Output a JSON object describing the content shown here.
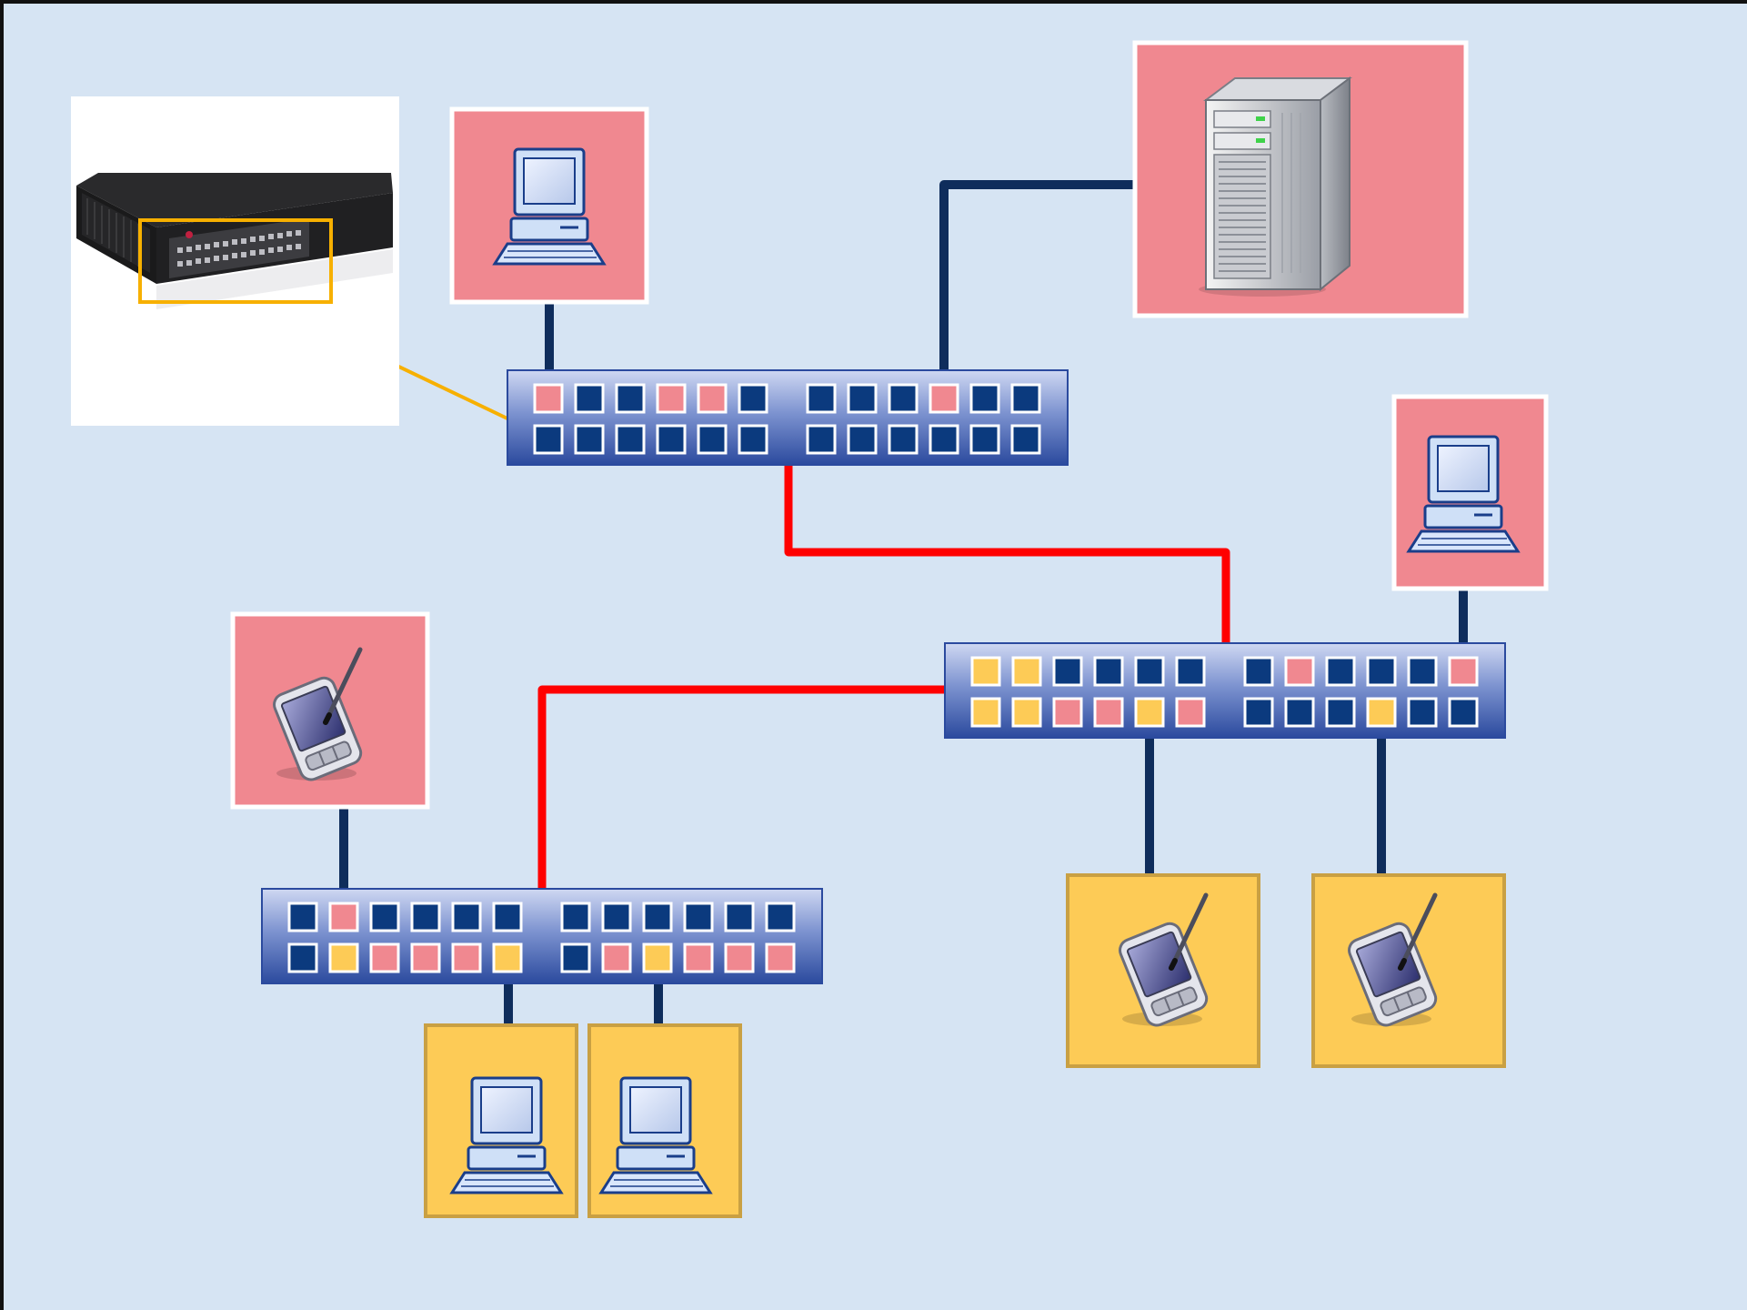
{
  "diagram": {
    "kind": "network-topology",
    "colors": {
      "background": "#d6e4f3",
      "frame_border": "#111111",
      "switch_body_top": "#c9d3ef",
      "switch_body_bottom": "#2b4a9e",
      "port_unused": "#0b3a7e",
      "port_pink_vlan": "#f08890",
      "port_yellow_vlan": "#fdcb56",
      "tile_pink": "#f08890",
      "tile_yellow": "#fdcb56",
      "tile_yellow_border": "#c9a043",
      "cable_access": "#0f2d5c",
      "cable_trunk": "#ff0000",
      "callout": "#f7b000"
    },
    "switches": [
      {
        "id": "switch-top",
        "ports": {
          "top": [
            "navy",
            "pink",
            "navy",
            "navy",
            "pink",
            "pink",
            "navy",
            "navy",
            "navy",
            "navy",
            "pink",
            "navy",
            "navy"
          ],
          "bottom": [
            "navy",
            "navy",
            "navy",
            "navy",
            "navy",
            "navy",
            "navy",
            "navy",
            "navy",
            "navy",
            "navy",
            "navy"
          ]
        }
      },
      {
        "id": "switch-right",
        "ports": {
          "top": [
            "yellow",
            "yellow",
            "navy",
            "navy",
            "navy",
            "navy",
            "navy",
            "pink",
            "navy",
            "navy",
            "navy",
            "pink"
          ],
          "bottom": [
            "yellow",
            "yellow",
            "pink",
            "pink",
            "yellow",
            "pink",
            "navy",
            "navy",
            "navy",
            "yellow",
            "navy",
            "navy"
          ]
        }
      },
      {
        "id": "switch-bottom-left",
        "ports": {
          "top": [
            "navy",
            "pink",
            "navy",
            "navy",
            "navy",
            "navy",
            "navy",
            "navy",
            "navy",
            "navy",
            "navy",
            "navy"
          ],
          "bottom": [
            "navy",
            "yellow",
            "pink",
            "pink",
            "pink",
            "yellow",
            "navy",
            "pink",
            "yellow",
            "pink",
            "pink",
            "pink"
          ]
        }
      }
    ],
    "devices": [
      {
        "id": "desktop-top",
        "icon": "desktop-computer-icon",
        "vlan": "pink"
      },
      {
        "id": "server",
        "icon": "server-tower-icon",
        "vlan": "pink"
      },
      {
        "id": "desktop-right",
        "icon": "desktop-computer-icon",
        "vlan": "pink"
      },
      {
        "id": "pda-left",
        "icon": "pda-stylus-icon",
        "vlan": "pink"
      },
      {
        "id": "pda-bottom-right-1",
        "icon": "pda-stylus-icon",
        "vlan": "yellow"
      },
      {
        "id": "pda-bottom-right-2",
        "icon": "pda-stylus-icon",
        "vlan": "yellow"
      },
      {
        "id": "desktop-bottom-left-1",
        "icon": "desktop-computer-icon",
        "vlan": "yellow"
      },
      {
        "id": "desktop-bottom-left-2",
        "icon": "desktop-computer-icon",
        "vlan": "yellow"
      }
    ],
    "photo": {
      "icon": "rack-switch-photo-icon"
    },
    "links": [
      {
        "from": "desktop-top",
        "to": "switch-top",
        "type": "access"
      },
      {
        "from": "server",
        "to": "switch-top",
        "type": "access"
      },
      {
        "from": "switch-top",
        "to": "switch-right",
        "type": "trunk"
      },
      {
        "from": "switch-right",
        "to": "switch-bottom-left",
        "type": "trunk"
      },
      {
        "from": "desktop-right",
        "to": "switch-right",
        "type": "access"
      },
      {
        "from": "pda-left",
        "to": "switch-bottom-left",
        "type": "access"
      },
      {
        "from": "switch-right",
        "to": "pda-bottom-right-1",
        "type": "access"
      },
      {
        "from": "switch-right",
        "to": "pda-bottom-right-2",
        "type": "access"
      },
      {
        "from": "switch-bottom-left",
        "to": "desktop-bottom-left-1",
        "type": "access"
      },
      {
        "from": "switch-bottom-left",
        "to": "desktop-bottom-left-2",
        "type": "access"
      },
      {
        "from": "photo",
        "to": "switch-top",
        "type": "callout"
      }
    ]
  }
}
